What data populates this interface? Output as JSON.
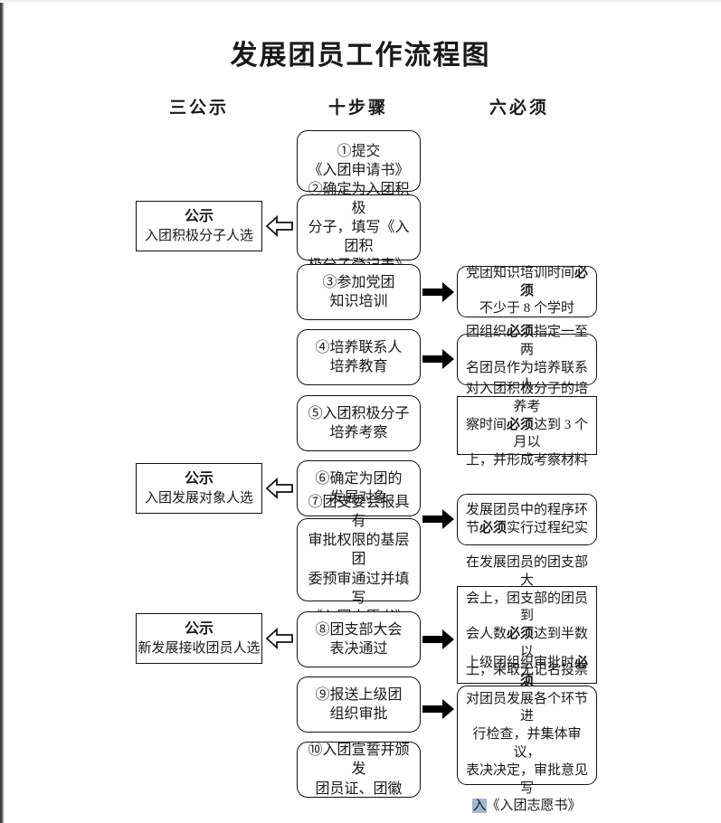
{
  "document": {
    "title": "发展团员工作流程图"
  },
  "columns": {
    "left": "三公示",
    "center": "十步骤",
    "right": "六必须"
  },
  "left_boxes": [
    {
      "heading": "公示",
      "text": "入团积极分子人选",
      "arrow": "hollow-left-arrow"
    },
    {
      "heading": "公示",
      "text": "入团发展对象人选",
      "arrow": "hollow-left-arrow"
    },
    {
      "heading": "公示",
      "text": "新发展接收团员人选",
      "arrow": "hollow-left-arrow"
    }
  ],
  "steps": [
    {
      "number": "①",
      "lines": [
        "①提交",
        "《入团申请书》"
      ]
    },
    {
      "number": "②",
      "lines": [
        "②确定为入团积极",
        "分子，填写《入团积",
        "极分子登记表》"
      ]
    },
    {
      "number": "③",
      "lines": [
        "③参加党团",
        "知识培训"
      ]
    },
    {
      "number": "④",
      "lines": [
        "④培养联系人",
        "培养教育"
      ]
    },
    {
      "number": "⑤",
      "lines": [
        "⑤入团积极分子",
        "培养考察"
      ]
    },
    {
      "number": "⑥",
      "lines": [
        "⑥确定为团的",
        "发展对象"
      ]
    },
    {
      "number": "⑦",
      "lines": [
        "⑦团支委会报具有",
        "审批权限的基层团",
        "委预审通过并填写",
        "《入团志愿书》"
      ]
    },
    {
      "number": "⑧",
      "lines": [
        "⑧团支部大会",
        "表决通过"
      ]
    },
    {
      "number": "⑨",
      "lines": [
        "⑨报送上级团",
        "组织审批"
      ]
    },
    {
      "number": "⑩",
      "lines": [
        "⑩入团宣誓并颁发",
        "团员证、团徽"
      ]
    }
  ],
  "requirements": [
    {
      "arrow": "solid-right-arrow",
      "html": "党团知识培训时间<b class=\"must\">必须</b><br>不少于 8 个学时"
    },
    {
      "arrow": "solid-right-arrow",
      "html": "团组织<b class=\"must\">必须</b>指定一至两<br>名团员作为培养联系人"
    },
    {
      "arrow": "none",
      "html": "对入团积极分子的培养考<br>察时间<b class=\"must\">必须</b>达到 3 个月以<br>上，并形成考察材料"
    },
    {
      "arrow": "solid-right-arrow",
      "html": "发展团员中的程序环<br>节<b class=\"must\">必须</b>实行过程纪实"
    },
    {
      "arrow": "solid-right-arrow",
      "html": "在发展团员的团支部大<br>会上，团支部的团员到<br>会人数<b class=\"must\">必须</b>达到半数以<br>上，采取无记名投票方<br>式进行表决"
    },
    {
      "arrow": "solid-right-arrow",
      "html": "上级团组织审批时<b class=\"must\">必须</b><br>对团员发展各个环节进<br>行检查，并集体审议，<br>表决决定，审批意见写<br><span class=\"hl\">入</span>《入团志愿书》"
    }
  ]
}
